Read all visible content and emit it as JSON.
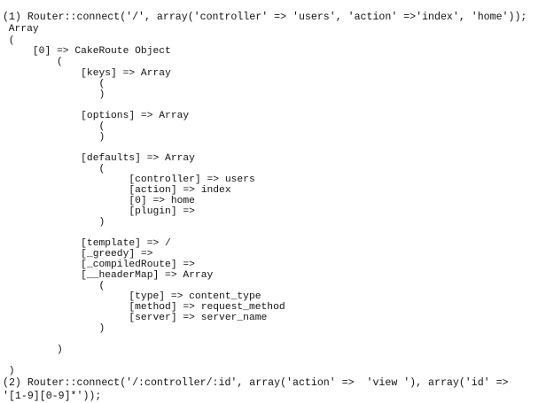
{
  "page": {
    "background_color": "#ffffff",
    "text_color": "#121212",
    "kind": "php-var-dump-output"
  },
  "statement_1": {
    "label": "(1)",
    "text": "(1) Router::connect('/', array('controller' => 'users', 'action' =>'index', 'home'));"
  },
  "dump": {
    "root_type": "Array",
    "root_open": "(",
    "root_close": ")",
    "lines": [
      {
        "indent": 1,
        "text": "Array"
      },
      {
        "indent": 1,
        "text": "("
      },
      {
        "indent": 5,
        "text": "[0] => CakeRoute Object"
      },
      {
        "indent": 9,
        "text": "("
      },
      {
        "indent": 13,
        "text": "[keys] => Array"
      },
      {
        "indent": 16,
        "text": "("
      },
      {
        "indent": 16,
        "text": ")"
      },
      {
        "indent": 0,
        "text": ""
      },
      {
        "indent": 13,
        "text": "[options] => Array"
      },
      {
        "indent": 16,
        "text": "("
      },
      {
        "indent": 16,
        "text": ")"
      },
      {
        "indent": 0,
        "text": ""
      },
      {
        "indent": 13,
        "text": "[defaults] => Array"
      },
      {
        "indent": 16,
        "text": "("
      },
      {
        "indent": 21,
        "text": "[controller] => users"
      },
      {
        "indent": 21,
        "text": "[action] => index"
      },
      {
        "indent": 21,
        "text": "[0] => home"
      },
      {
        "indent": 21,
        "text": "[plugin] => "
      },
      {
        "indent": 16,
        "text": ")"
      },
      {
        "indent": 0,
        "text": ""
      },
      {
        "indent": 13,
        "text": "[template] => /"
      },
      {
        "indent": 13,
        "text": "[_greedy] => "
      },
      {
        "indent": 13,
        "text": "[_compiledRoute] => "
      },
      {
        "indent": 13,
        "text": "[__headerMap] => Array"
      },
      {
        "indent": 16,
        "text": "("
      },
      {
        "indent": 21,
        "text": "[type] => content_type"
      },
      {
        "indent": 21,
        "text": "[method] => request_method"
      },
      {
        "indent": 21,
        "text": "[server] => server_name"
      },
      {
        "indent": 16,
        "text": ")"
      },
      {
        "indent": 0,
        "text": ""
      },
      {
        "indent": 9,
        "text": ")"
      },
      {
        "indent": 0,
        "text": ""
      },
      {
        "indent": 1,
        "text": ")"
      }
    ]
  },
  "statement_2": {
    "label": "(2)",
    "line_1": "(2) Router::connect('/:controller/:id', array('action' =>  'view '), array('id' =>",
    "line_2": "'[1-9][0-9]*'));"
  }
}
